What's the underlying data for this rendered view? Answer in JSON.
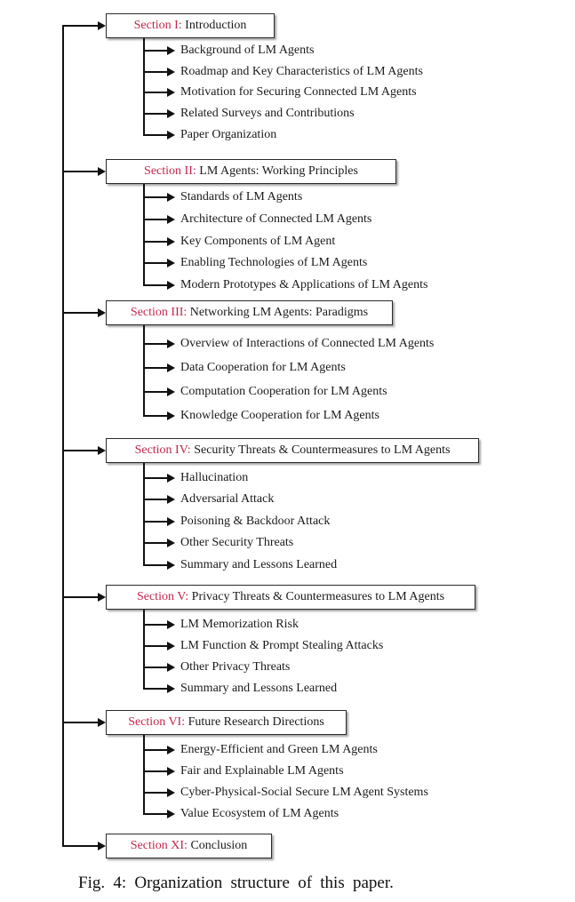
{
  "palette": {
    "section_label_red": "#c5264b",
    "text_black": "#1a1a1a",
    "line_black": "#111111",
    "box_background": "#ffffff"
  },
  "caption": "Fig. 4: Organization structure of this paper.",
  "sections": [
    {
      "number": "Section I:",
      "title": "Introduction",
      "items": [
        "Background of LM Agents",
        "Roadmap and Key Characteristics of LM Agents",
        "Motivation for Securing Connected LM Agents",
        "Related Surveys and Contributions",
        "Paper Organization"
      ]
    },
    {
      "number": "Section II:",
      "title": "LM Agents: Working Principles",
      "items": [
        "Standards of LM Agents",
        "Architecture of Connected LM Agents",
        "Key Components of LM Agent",
        "Enabling Technologies of LM Agents",
        "Modern Prototypes & Applications of LM Agents"
      ]
    },
    {
      "number": "Section III:",
      "title": "Networking LM Agents: Paradigms",
      "items": [
        "Overview of Interactions of Connected LM Agents",
        "Data Cooperation for LM Agents",
        "Computation Cooperation for LM Agents",
        "Knowledge Cooperation for LM Agents"
      ]
    },
    {
      "number": "Section IV:",
      "title": "Security Threats & Countermeasures to LM Agents",
      "items": [
        "Hallucination",
        "Adversarial Attack",
        "Poisoning & Backdoor Attack",
        "Other Security Threats",
        "Summary and Lessons Learned"
      ]
    },
    {
      "number": "Section V:",
      "title": "Privacy Threats & Countermeasures to LM Agents",
      "items": [
        "LM Memorization Risk",
        "LM Function & Prompt Stealing Attacks",
        "Other Privacy Threats",
        "Summary and Lessons Learned"
      ]
    },
    {
      "number": "Section VI:",
      "title": "Future Research Directions",
      "items": [
        "Energy-Efficient and Green LM Agents",
        "Fair and Explainable LM Agents",
        "Cyber-Physical-Social Secure LM Agent Systems",
        "Value Ecosystem of LM Agents"
      ]
    },
    {
      "number": "Section XI:",
      "title": "Conclusion",
      "items": []
    }
  ]
}
